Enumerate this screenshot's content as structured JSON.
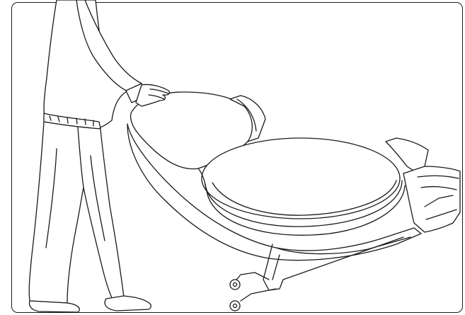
{
  "figure": {
    "kind": "line-art illustration",
    "subject": [
      "person",
      "massage-chair",
      "caster-wheels"
    ],
    "stroke_color": "#1a1a1a",
    "background_color": "#ffffff",
    "frame_border_color": "#1a1a1a"
  }
}
